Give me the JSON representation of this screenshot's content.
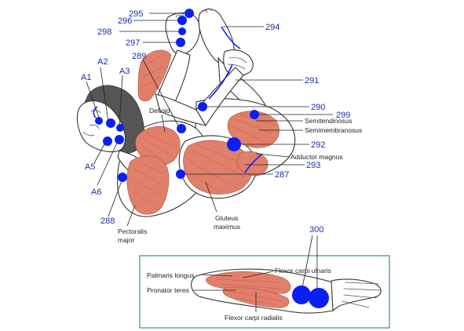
{
  "markers": [
    {
      "id": "295",
      "label": "295"
    },
    {
      "id": "296",
      "label": "296"
    },
    {
      "id": "298",
      "label": "298"
    },
    {
      "id": "297",
      "label": "297"
    },
    {
      "id": "294",
      "label": "294"
    },
    {
      "id": "289",
      "label": "289"
    },
    {
      "id": "A1",
      "label": "A1"
    },
    {
      "id": "A2",
      "label": "A2"
    },
    {
      "id": "A3",
      "label": "A3"
    },
    {
      "id": "A5",
      "label": "A5"
    },
    {
      "id": "A6",
      "label": "A6"
    },
    {
      "id": "288",
      "label": "288"
    },
    {
      "id": "291",
      "label": "291"
    },
    {
      "id": "290",
      "label": "290"
    },
    {
      "id": "299",
      "label": "299"
    },
    {
      "id": "292",
      "label": "292"
    },
    {
      "id": "293",
      "label": "293"
    },
    {
      "id": "287",
      "label": "287"
    },
    {
      "id": "300",
      "label": "300"
    }
  ],
  "labels": {
    "deltoid": "Deltoid",
    "semitendinosus": "Semitendinosus",
    "semimembranosus": "Semimembranosus",
    "adductor_magnus": "Adductor magnus",
    "gluteus_line1": "Gluteus",
    "gluteus_line2": "maximus",
    "pectoralis_line1": "Pectoralis",
    "pectoralis_line2": "major",
    "palmaris_longus": "Palmaris longus",
    "pronator_teres": "Pronator teres",
    "flexor_carpi_ulnaris": "Flexor carpi ulnaris",
    "flexor_carpi_radialis": "Flexor carpi radialis"
  },
  "colors": {
    "marker_blue": "#0a1ff5",
    "label_blue": "#1a2fa8",
    "muscle_red": "#e0806a",
    "inset_border": "#3a8a96"
  }
}
